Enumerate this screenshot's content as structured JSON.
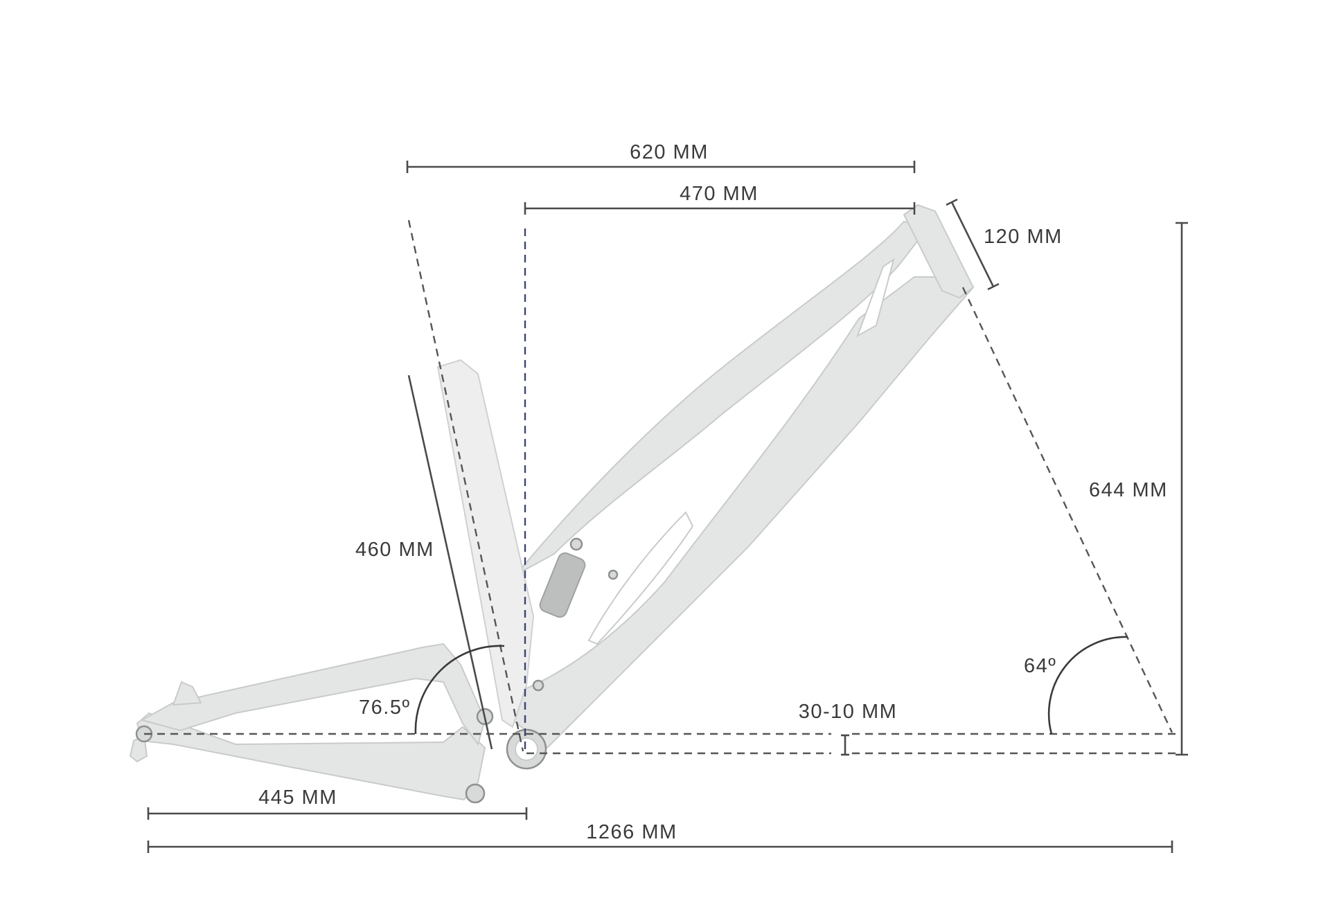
{
  "dimensions": {
    "reach_stack_top": "620 MM",
    "reach": "470 MM",
    "head_tube": "120 MM",
    "stack": "644 MM",
    "seat_tube": "460 MM",
    "seat_angle": "76.5º",
    "head_angle": "64º",
    "bb_drop": "30-10 MM",
    "chainstay": "445 MM",
    "wheelbase": "1266 MM"
  },
  "colors": {
    "frame": "#e4e5e5",
    "dimension_line": "#4a4a4a",
    "vertical_reference": "#3c4570"
  }
}
